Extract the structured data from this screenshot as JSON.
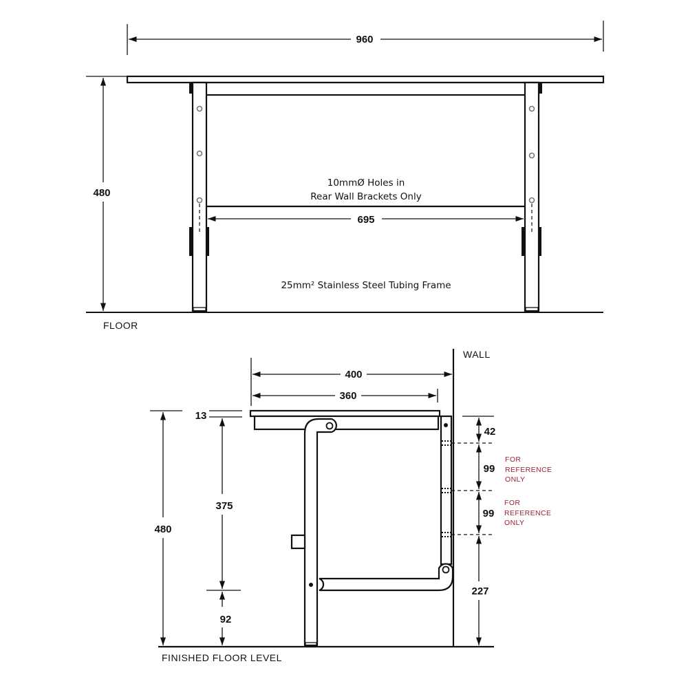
{
  "front_view": {
    "overall_width": "960",
    "height": "480",
    "inner_width": "695",
    "holes_note_line1": "10mmØ Holes in",
    "holes_note_line2": "Rear Wall Brackets Only",
    "frame_note": "25mm² Stainless Steel Tubing Frame",
    "floor_label": "FLOOR"
  },
  "side_view": {
    "wall_label": "WALL",
    "floor_label": "FINISHED FLOOR LEVEL",
    "depth_overall": "400",
    "depth_seat": "360",
    "seat_thickness": "13",
    "height": "480",
    "seat_to_bar": "375",
    "bar_height": "92",
    "bracket_dims": [
      "42",
      "99",
      "99",
      "227"
    ],
    "reference_note": [
      "FOR",
      "REFERENCE",
      "ONLY"
    ],
    "reference_color": "#9b2335"
  }
}
